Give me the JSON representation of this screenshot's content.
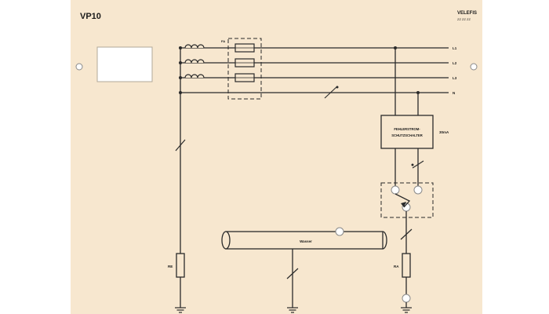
{
  "panel": {
    "title": "VP10",
    "logo_line1": "VELEFIS",
    "logo_line2": "ZZ ZZ ZZ",
    "background": "#f7e7cf",
    "line_color": "#2a2a2a"
  },
  "labels": {
    "fuse_group": "FA",
    "l1": "L1",
    "l2": "L2",
    "l3": "L3",
    "n": "N",
    "rcd_line1": "FEHLERSTROM-",
    "rcd_line2": "SCHUTZSCHALTER",
    "rcd_side": "30mA",
    "pipe": "Wasser",
    "re_left": "RE",
    "ra_right": "RA"
  }
}
